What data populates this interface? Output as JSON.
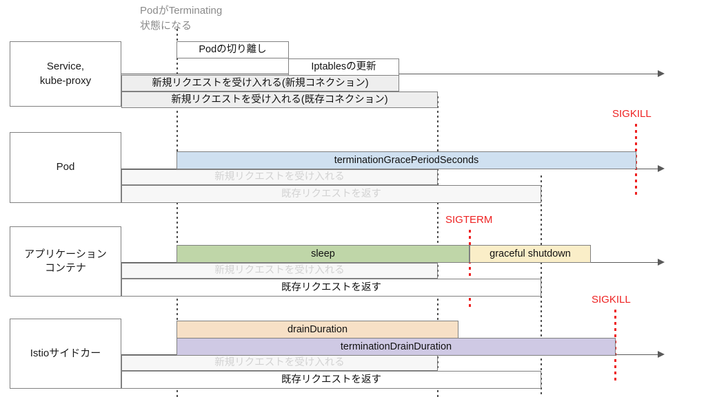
{
  "diagram": {
    "title_note": "PodがTerminating\n状態になる",
    "lanes": [
      {
        "id": "service",
        "label": "Service,\nkube-proxy",
        "bars": [
          {
            "name": "pod-detach",
            "text": "Podの切り離し",
            "fill": "plain",
            "faint": false
          },
          {
            "name": "iptables-update",
            "text": "Iptablesの更新",
            "fill": "plain",
            "faint": false
          },
          {
            "name": "accept-new-requests-new-conn",
            "text": "新規リクエストを受け入れる(新規コネクション)",
            "fill": "greyfill",
            "faint": false
          },
          {
            "name": "accept-new-requests-existing-conn",
            "text": "新規リクエストを受け入れる(既存コネクション)",
            "fill": "greyfill",
            "faint": false
          }
        ]
      },
      {
        "id": "pod",
        "label": "Pod",
        "bars": [
          {
            "name": "termination-grace-period-seconds",
            "text": "terminationGracePeriodSeconds",
            "fill": "blue",
            "faint": false
          },
          {
            "name": "accept-new-requests",
            "text": "新規リクエストを受け入れる",
            "fill": "lightfill",
            "faint": true
          },
          {
            "name": "return-existing-requests",
            "text": "既存リクエストを返す",
            "fill": "lightfill",
            "faint": true
          }
        ]
      },
      {
        "id": "app-container",
        "label": "アプリケーション\nコンテナ",
        "bars": [
          {
            "name": "sleep",
            "text": "sleep",
            "fill": "green",
            "faint": false
          },
          {
            "name": "graceful-shutdown",
            "text": "graceful shutdown",
            "fill": "cream",
            "faint": false
          },
          {
            "name": "accept-new-requests",
            "text": "新規リクエストを受け入れる",
            "fill": "lightfill",
            "faint": true
          },
          {
            "name": "return-existing-requests",
            "text": "既存リクエストを返す",
            "fill": "plain",
            "faint": false
          }
        ]
      },
      {
        "id": "istio-sidecar",
        "label": "Istioサイドカー",
        "bars": [
          {
            "name": "drain-duration",
            "text": "drainDuration",
            "fill": "peach",
            "faint": false
          },
          {
            "name": "termination-drain-duration",
            "text": "terminationDrainDuration",
            "fill": "purple",
            "faint": false
          },
          {
            "name": "accept-new-requests",
            "text": "新規リクエストを受け入れる",
            "fill": "lightfill",
            "faint": true
          },
          {
            "name": "return-existing-requests",
            "text": "既存リクエストを返す",
            "fill": "plain",
            "faint": false
          }
        ]
      }
    ],
    "signals": [
      {
        "name": "sigkill-pod",
        "text": "SIGKILL"
      },
      {
        "name": "sigterm-app",
        "text": "SIGTERM"
      },
      {
        "name": "sigkill-sidecar",
        "text": "SIGKILL"
      }
    ],
    "colors": {
      "blue": "#cfe0f0",
      "green": "#bfd6a8",
      "cream": "#faeec8",
      "peach": "#f7e0c6",
      "purple": "#cfc9e4",
      "grey_fill": "#eeeeee",
      "light_fill": "#f7f7f7",
      "stroke": "#808080",
      "signal_red": "#ee2222",
      "note_grey": "#8a8a8a",
      "axis": "#5a5a5a"
    }
  }
}
